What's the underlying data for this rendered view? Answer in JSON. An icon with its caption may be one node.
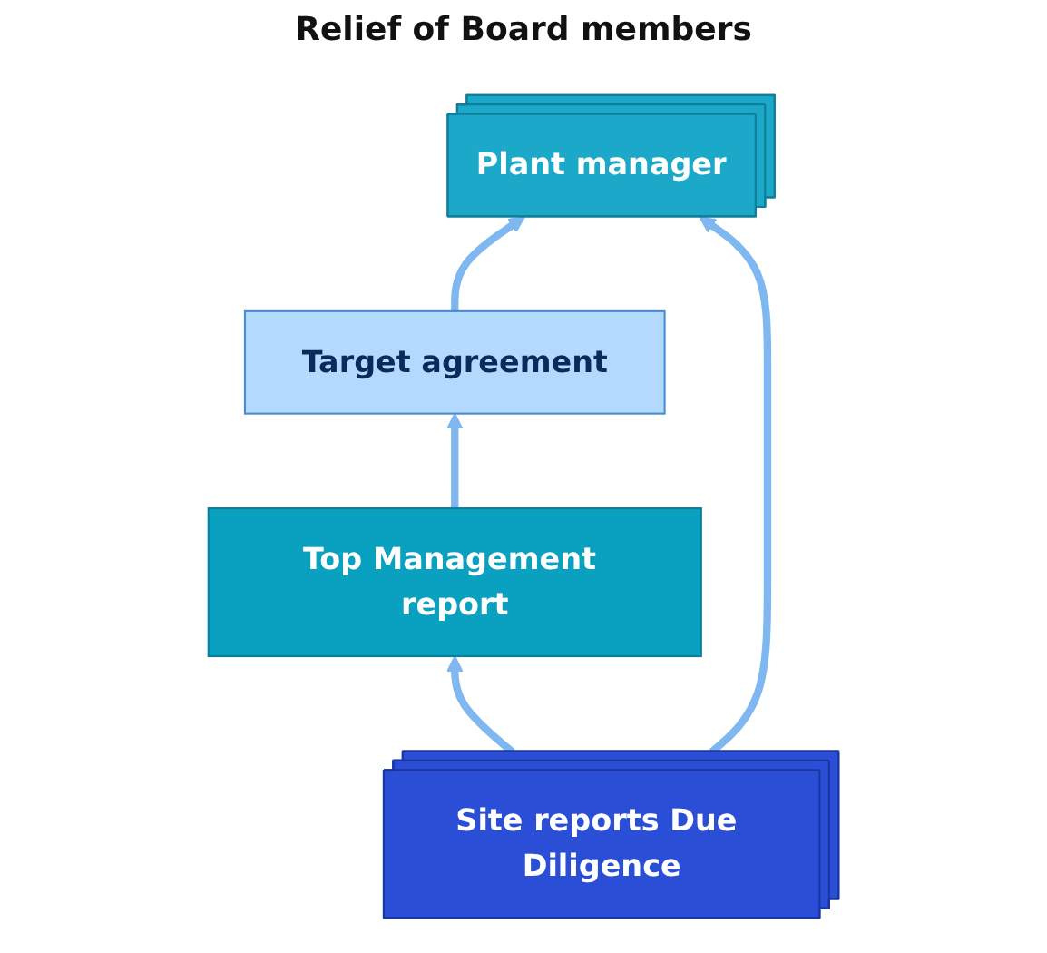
{
  "diagram": {
    "nodes": [
      {
        "text": [
          "Target agreement"
        ]
      },
      {
        "text": [
          "Plant manager"
        ]
      },
      {
        "text": [
          "Top Management report"
        ]
      },
      {
        "text": [
          "Site reports Due Diligence"
        ]
      }
    ],
    "edges": [
      {
        "from": 0,
        "to": 1,
        "arrow": "to"
      },
      {
        "from": 3,
        "to": 1,
        "arrow": "to"
      },
      {
        "from": 3,
        "to": 2,
        "arrow": "to"
      },
      {
        "from": 2,
        "to": 0,
        "arrow": "to"
      }
    ],
    "labels": [
      "Relief of Board members"
    ]
  }
}
